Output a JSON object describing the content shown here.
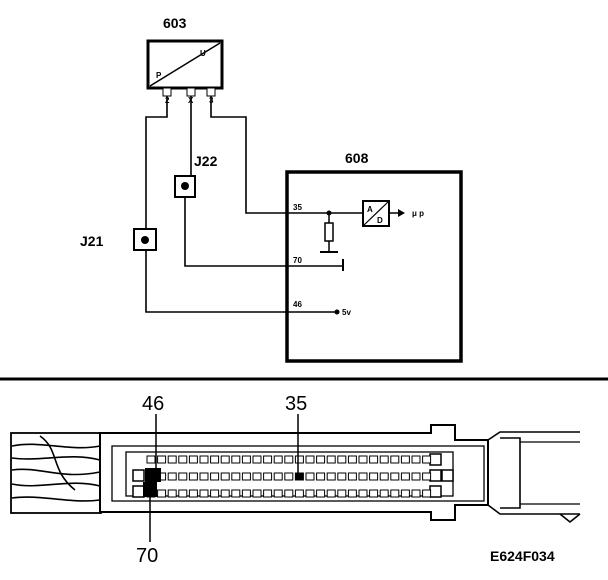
{
  "sensor": {
    "id": "603",
    "symbol_top": "U",
    "symbol_left": "P",
    "pins": [
      "2",
      "X",
      "3"
    ]
  },
  "ecu": {
    "id": "608",
    "pins": {
      "signal": "35",
      "ground": "70",
      "supply": "46"
    },
    "supply_label": "5v",
    "converter_top": "A",
    "converter_bottom": "D",
    "output_label": "μ p"
  },
  "junctions": {
    "j21": "J21",
    "j22": "J22"
  },
  "connector": {
    "pin_46": "46",
    "pin_35": "35",
    "pin_70": "70"
  },
  "figure_code": "E624F034"
}
